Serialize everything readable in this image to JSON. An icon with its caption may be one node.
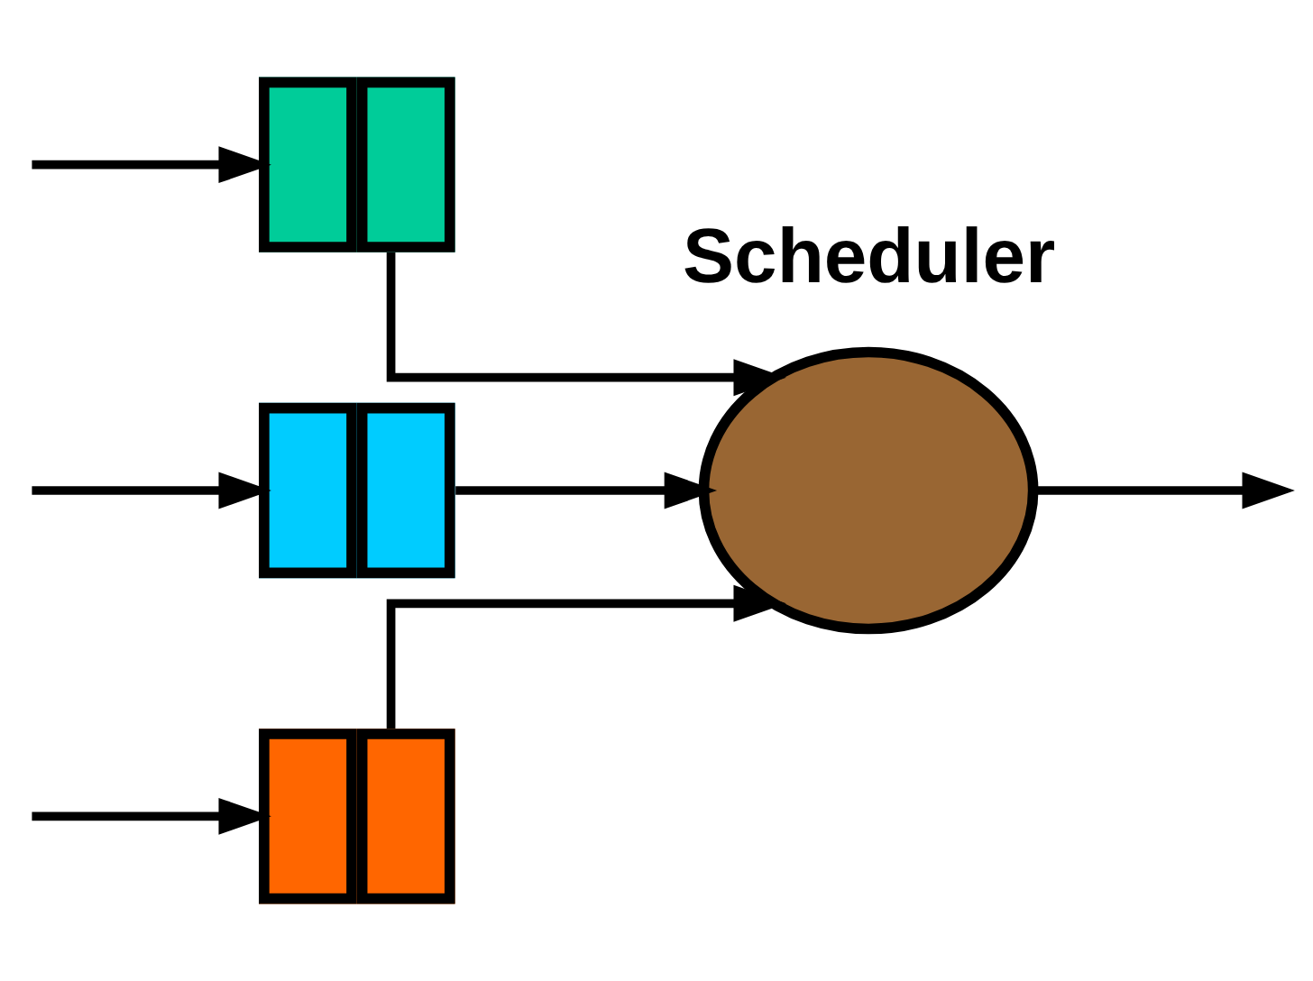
{
  "diagram": {
    "nodes": [
      {
        "text": [],
        "shape": "box"
      },
      {
        "text": [],
        "shape": "box"
      },
      {
        "text": [],
        "shape": "box"
      },
      {
        "text": [],
        "shape": "circle",
        "beside": [
          "Scheduler"
        ]
      }
    ],
    "edges": [
      {
        "from": null,
        "to": 0,
        "arrow": "to"
      },
      {
        "from": null,
        "to": 1,
        "arrow": "to"
      },
      {
        "from": null,
        "to": 2,
        "arrow": "to"
      },
      {
        "from": 0,
        "to": 3,
        "arrow": "to"
      },
      {
        "from": 1,
        "to": 3,
        "arrow": "to"
      },
      {
        "from": 2,
        "to": 3,
        "arrow": "to"
      },
      {
        "from": 3,
        "to": null,
        "arrow": "to"
      }
    ]
  }
}
